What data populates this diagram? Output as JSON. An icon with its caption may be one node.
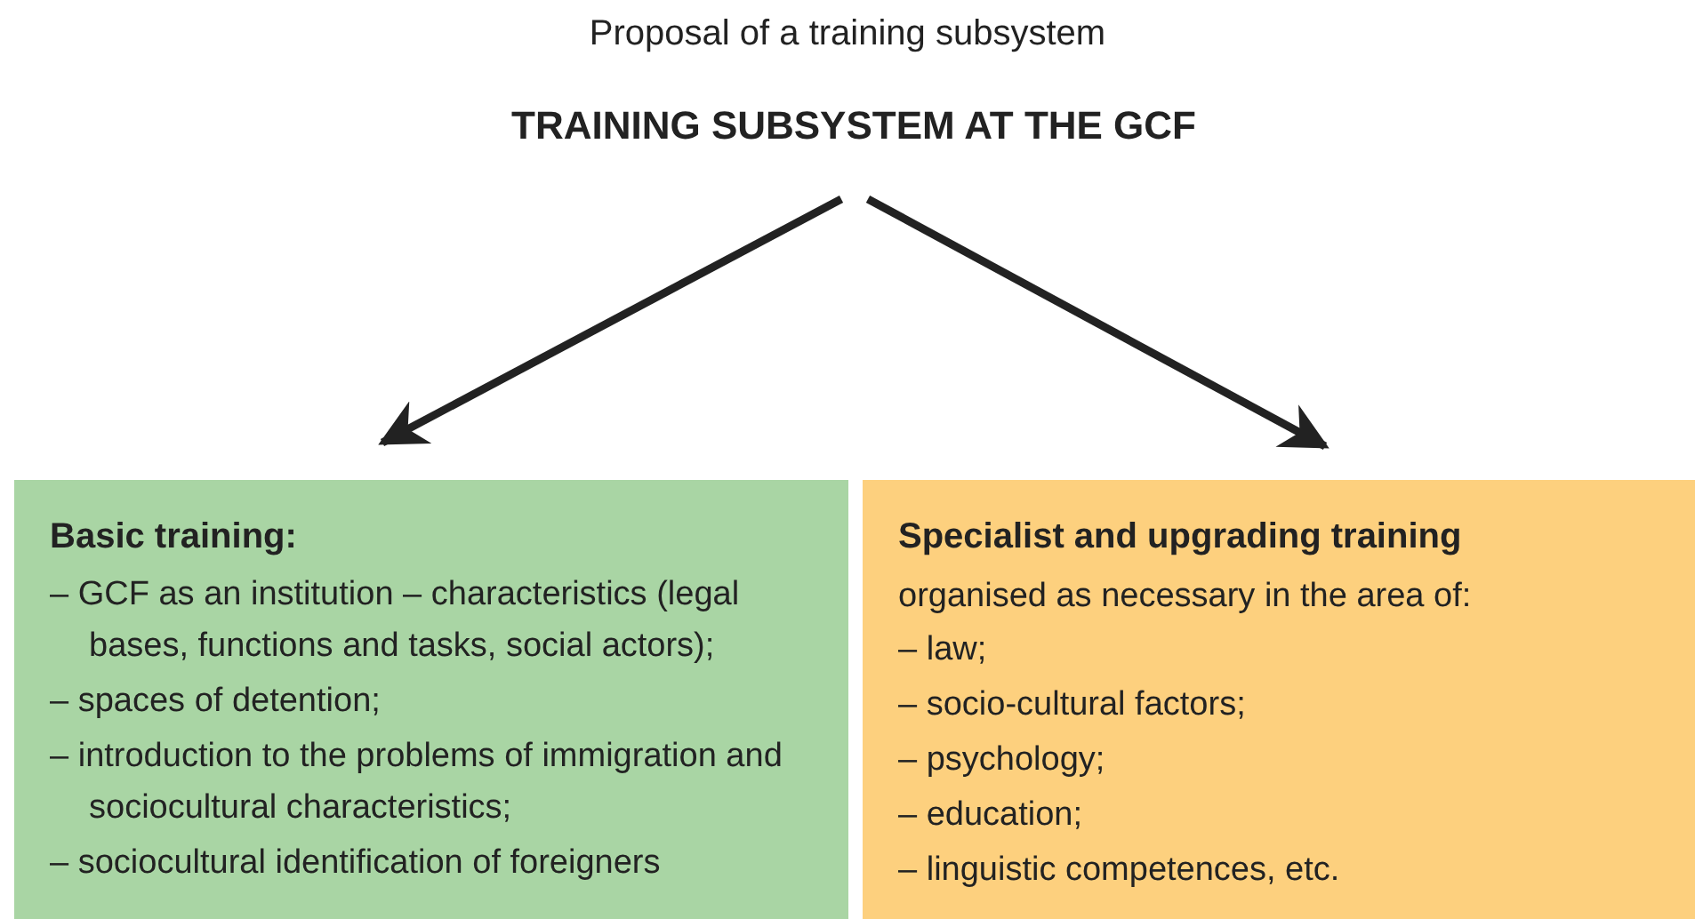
{
  "diagram": {
    "title": "Proposal of a training subsystem",
    "nodes": [
      {
        "text": [
          "TRAINING SUBSYSTEM AT THE GCF"
        ]
      },
      {
        "text": [
          "Basic training:",
          "– GCF as an institution – characteristics (legal bases, functions and tasks, social actors);",
          "– spaces of detention;",
          "– introduction to the problems of immigration and sociocultural characteristics;",
          "– sociocultural identification of foreigners"
        ]
      },
      {
        "text": [
          "Specialist and upgrading training",
          "organised as necessary in the area of:",
          "– law;",
          "– socio-cultural factors;",
          "– psychology;",
          "– education;",
          "– linguistic competences, etc."
        ]
      }
    ],
    "edges": [
      {
        "from": 0,
        "to": 1,
        "arrow": "to"
      },
      {
        "from": 0,
        "to": 2,
        "arrow": "to"
      }
    ]
  }
}
